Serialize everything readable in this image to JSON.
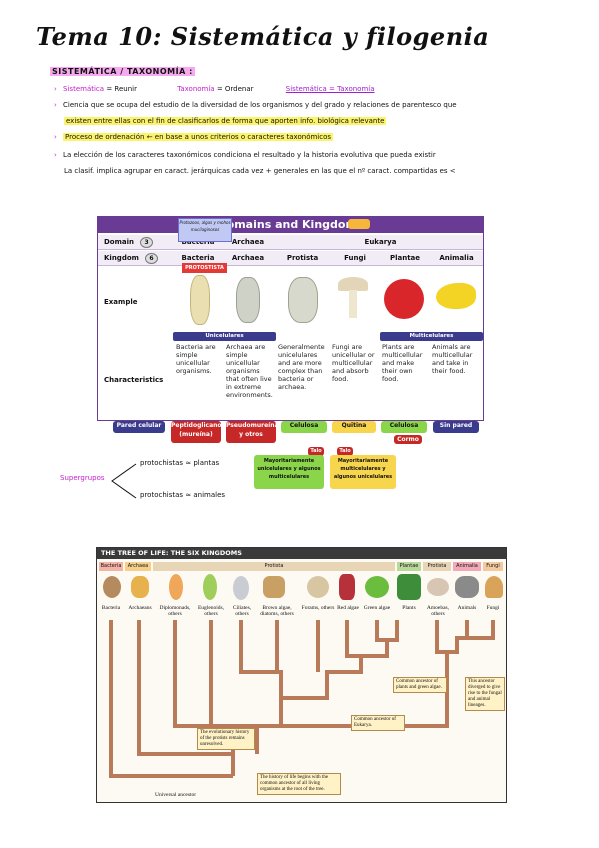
{
  "title": "Tema 10: Sistemática y filogenia",
  "section_heading": "SISTEMÁTICA / TAXONOMÍA :",
  "bullets": {
    "b1_term": "Sistemática",
    "b1_def": "= Reunir",
    "b1_term2": "Taxonomía",
    "b1_def2": "= Ordenar",
    "b1_eq": "Sistemática = Taxonomía",
    "b2_line1": "Ciencia que se ocupa del estudio de la diversidad de los organismos y del grado y relaciones de parentesco que",
    "b2_line2": "existen entre ellas con el fin de clasificarlos de forma que aporten info. biológica relevante",
    "b3": "Proceso de ordenación ← en base a unos criterios o caracteres taxonómicos",
    "b4_line1": "La elección de los caracteres taxonómicos condiciona el resultado y la historia evolutiva que pueda existir",
    "b4_line2": "La clasif. implica agrupar en caract. jerárquicas cada vez + generales en las que el nº caract. compartidas es <"
  },
  "domains_table": {
    "heading": "Domains and Kingdoms",
    "protista_note": "Protozoos, algas y mohos mucilaginosos",
    "row_domain_label": "Domain",
    "row_domain_count": "3",
    "row_kingdom_label": "Kingdom",
    "row_kingdom_count": "6",
    "domains": [
      "Bacteria",
      "Archaea",
      "Eukarya"
    ],
    "kingdoms": [
      "Bacteria",
      "Archaea",
      "Protista",
      "Fungi",
      "Plantae",
      "Animalia"
    ],
    "protostista_tag": "PROTOSTISTA",
    "row_example": "Example",
    "row_characteristics": "Characteristics",
    "band_unicelulares": "Unicelulares",
    "band_multicelulares": "Multicelulares",
    "characteristics": [
      "Bacteria are simple unicellular organisms.",
      "Archaea are simple unicellular organisms that often live in extreme environments.",
      "Generalmente unicelulares and are more complex than bacteria or archaea.",
      "Fungi are unicellular or multicellular and absorb food.",
      "Plants are multicellular and make their own food.",
      "Animals are multicellular and take in their food."
    ]
  },
  "wall_tags": {
    "pared": "Pared celular",
    "peptido": "Peptidoglicano (mureína)",
    "pseudo": "Pseudomureína y otros",
    "celulosa1": "Celulosa",
    "quitina": "Quitina",
    "celulosa2": "Celulosa",
    "cormo": "Cormo",
    "sin_pared": "Sin pared",
    "talo1": "Talo",
    "talo2": "Talo",
    "mayor1": "Mayoritariamente unicelulares y algunos multicelulares",
    "mayor2": "Mayoritariamente multicelulares y algunos unicelulares"
  },
  "supergrupos": {
    "label": "Supergrupos",
    "line1": "protochistas ≈ plantas",
    "line2": "protochistas ≈ animales"
  },
  "tree": {
    "heading": "THE TREE OF LIFE: THE SIX KINGDOMS",
    "categories": [
      "Bacteria",
      "Archaea",
      "Protista",
      "Plantae",
      "Protista",
      "Animalia",
      "Fungi"
    ],
    "labels": [
      "Bacteria",
      "Archaeans",
      "Diplomonads, others",
      "Euglenoids, others",
      "Ciliates, others",
      "Brown algae, diatoms, others",
      "Forams, others",
      "Red algae",
      "Green algae",
      "Plants",
      "Amoebas, others",
      "Animals",
      "Fungi"
    ],
    "note_protists": "The evolutionary history of the protists remains unresolved.",
    "note_plants": "Common ancestor of plants and green algae.",
    "note_eukarya": "Common ancestor of Eukarya.",
    "note_fungi": "This ancestor diverged to give rise to the fungal and animal lineages.",
    "note_universal": "The history of life begins with the common ancestor of all living organisms at the root of the tree.",
    "universal": "Universal ancestor"
  }
}
